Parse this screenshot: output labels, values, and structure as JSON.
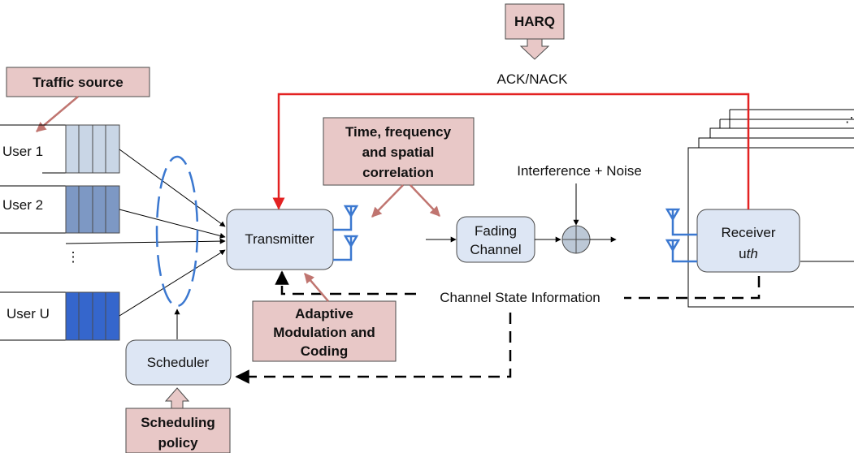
{
  "notes": {
    "harq": "HARQ",
    "traffic_source": "Traffic source",
    "correlation": [
      "Time, frequency",
      "and spatial",
      "correlation"
    ],
    "amc": [
      "Adaptive",
      "Modulation and",
      "Coding"
    ],
    "scheduling_policy": [
      "Scheduling",
      "policy"
    ]
  },
  "labels": {
    "ack_nack": "ACK/NACK",
    "interference": "Interference + Noise",
    "csi": "Channel State Information"
  },
  "blocks": {
    "transmitter": "Transmitter",
    "fading": [
      "Fading",
      "Channel"
    ],
    "receiver": "Receiver",
    "receiver_sub_prefix": "u",
    "receiver_sub_italic": "th",
    "scheduler": "Scheduler"
  },
  "users": {
    "user1": "User 1",
    "user2": "User 2",
    "dots": "⋮",
    "userU": "User U"
  },
  "colors": {
    "queue_user1": "#c9d6e6",
    "queue_user2": "#7d98c4",
    "queue_userU": "#3566cc",
    "feedback": "#e32222",
    "note_fill": "#e8c8c7",
    "block_fill": "#dde6f4",
    "antenna": "#3b78d0"
  }
}
